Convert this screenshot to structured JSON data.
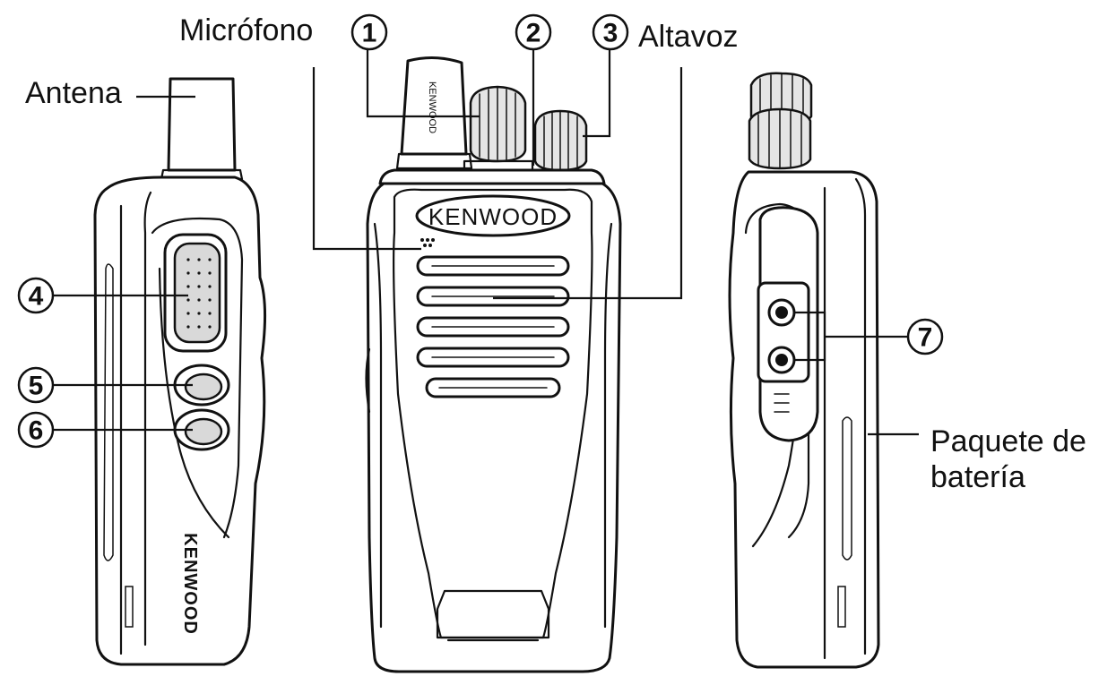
{
  "labels": {
    "microphone": "Micrófono",
    "antenna": "Antena",
    "speaker": "Altavoz",
    "battery_line1": "Paquete de",
    "battery_line2": "batería"
  },
  "callouts": [
    "1",
    "2",
    "3",
    "4",
    "5",
    "6",
    "7"
  ],
  "brand": {
    "logo_text": "KENWOOD"
  },
  "colors": {
    "line": "#111111",
    "key_fill": "#d9d9d9",
    "background": "#ffffff"
  }
}
